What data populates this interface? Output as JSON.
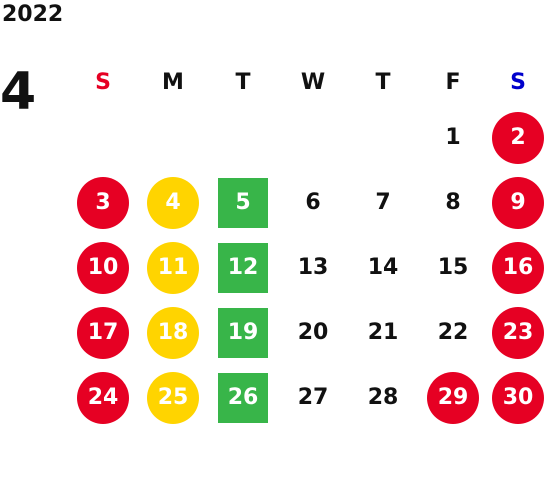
{
  "year": "2022",
  "month": "4",
  "colors": {
    "red": "#E60023",
    "yellow": "#FFD400",
    "green": "#38B549",
    "sunday_text": "#E60023",
    "saturday_text": "#0000CC"
  },
  "weekdays": [
    "S",
    "M",
    "T",
    "W",
    "T",
    "F",
    "S"
  ],
  "weeks": [
    [
      {
        "d": ""
      },
      {
        "d": ""
      },
      {
        "d": ""
      },
      {
        "d": ""
      },
      {
        "d": ""
      },
      {
        "d": "1",
        "s": "plain"
      },
      {
        "d": "2",
        "s": "circle-red"
      }
    ],
    [
      {
        "d": "3",
        "s": "circle-red"
      },
      {
        "d": "4",
        "s": "circle-yellow"
      },
      {
        "d": "5",
        "s": "square-green"
      },
      {
        "d": "6",
        "s": "plain"
      },
      {
        "d": "7",
        "s": "plain"
      },
      {
        "d": "8",
        "s": "plain"
      },
      {
        "d": "9",
        "s": "circle-red"
      }
    ],
    [
      {
        "d": "10",
        "s": "circle-red"
      },
      {
        "d": "11",
        "s": "circle-yellow"
      },
      {
        "d": "12",
        "s": "square-green"
      },
      {
        "d": "13",
        "s": "plain"
      },
      {
        "d": "14",
        "s": "plain"
      },
      {
        "d": "15",
        "s": "plain"
      },
      {
        "d": "16",
        "s": "circle-red"
      }
    ],
    [
      {
        "d": "17",
        "s": "circle-red"
      },
      {
        "d": "18",
        "s": "circle-yellow"
      },
      {
        "d": "19",
        "s": "square-green"
      },
      {
        "d": "20",
        "s": "plain"
      },
      {
        "d": "21",
        "s": "plain"
      },
      {
        "d": "22",
        "s": "plain"
      },
      {
        "d": "23",
        "s": "circle-red"
      }
    ],
    [
      {
        "d": "24",
        "s": "circle-red"
      },
      {
        "d": "25",
        "s": "circle-yellow"
      },
      {
        "d": "26",
        "s": "square-green"
      },
      {
        "d": "27",
        "s": "plain"
      },
      {
        "d": "28",
        "s": "plain"
      },
      {
        "d": "29",
        "s": "circle-red"
      },
      {
        "d": "30",
        "s": "circle-red"
      }
    ]
  ]
}
